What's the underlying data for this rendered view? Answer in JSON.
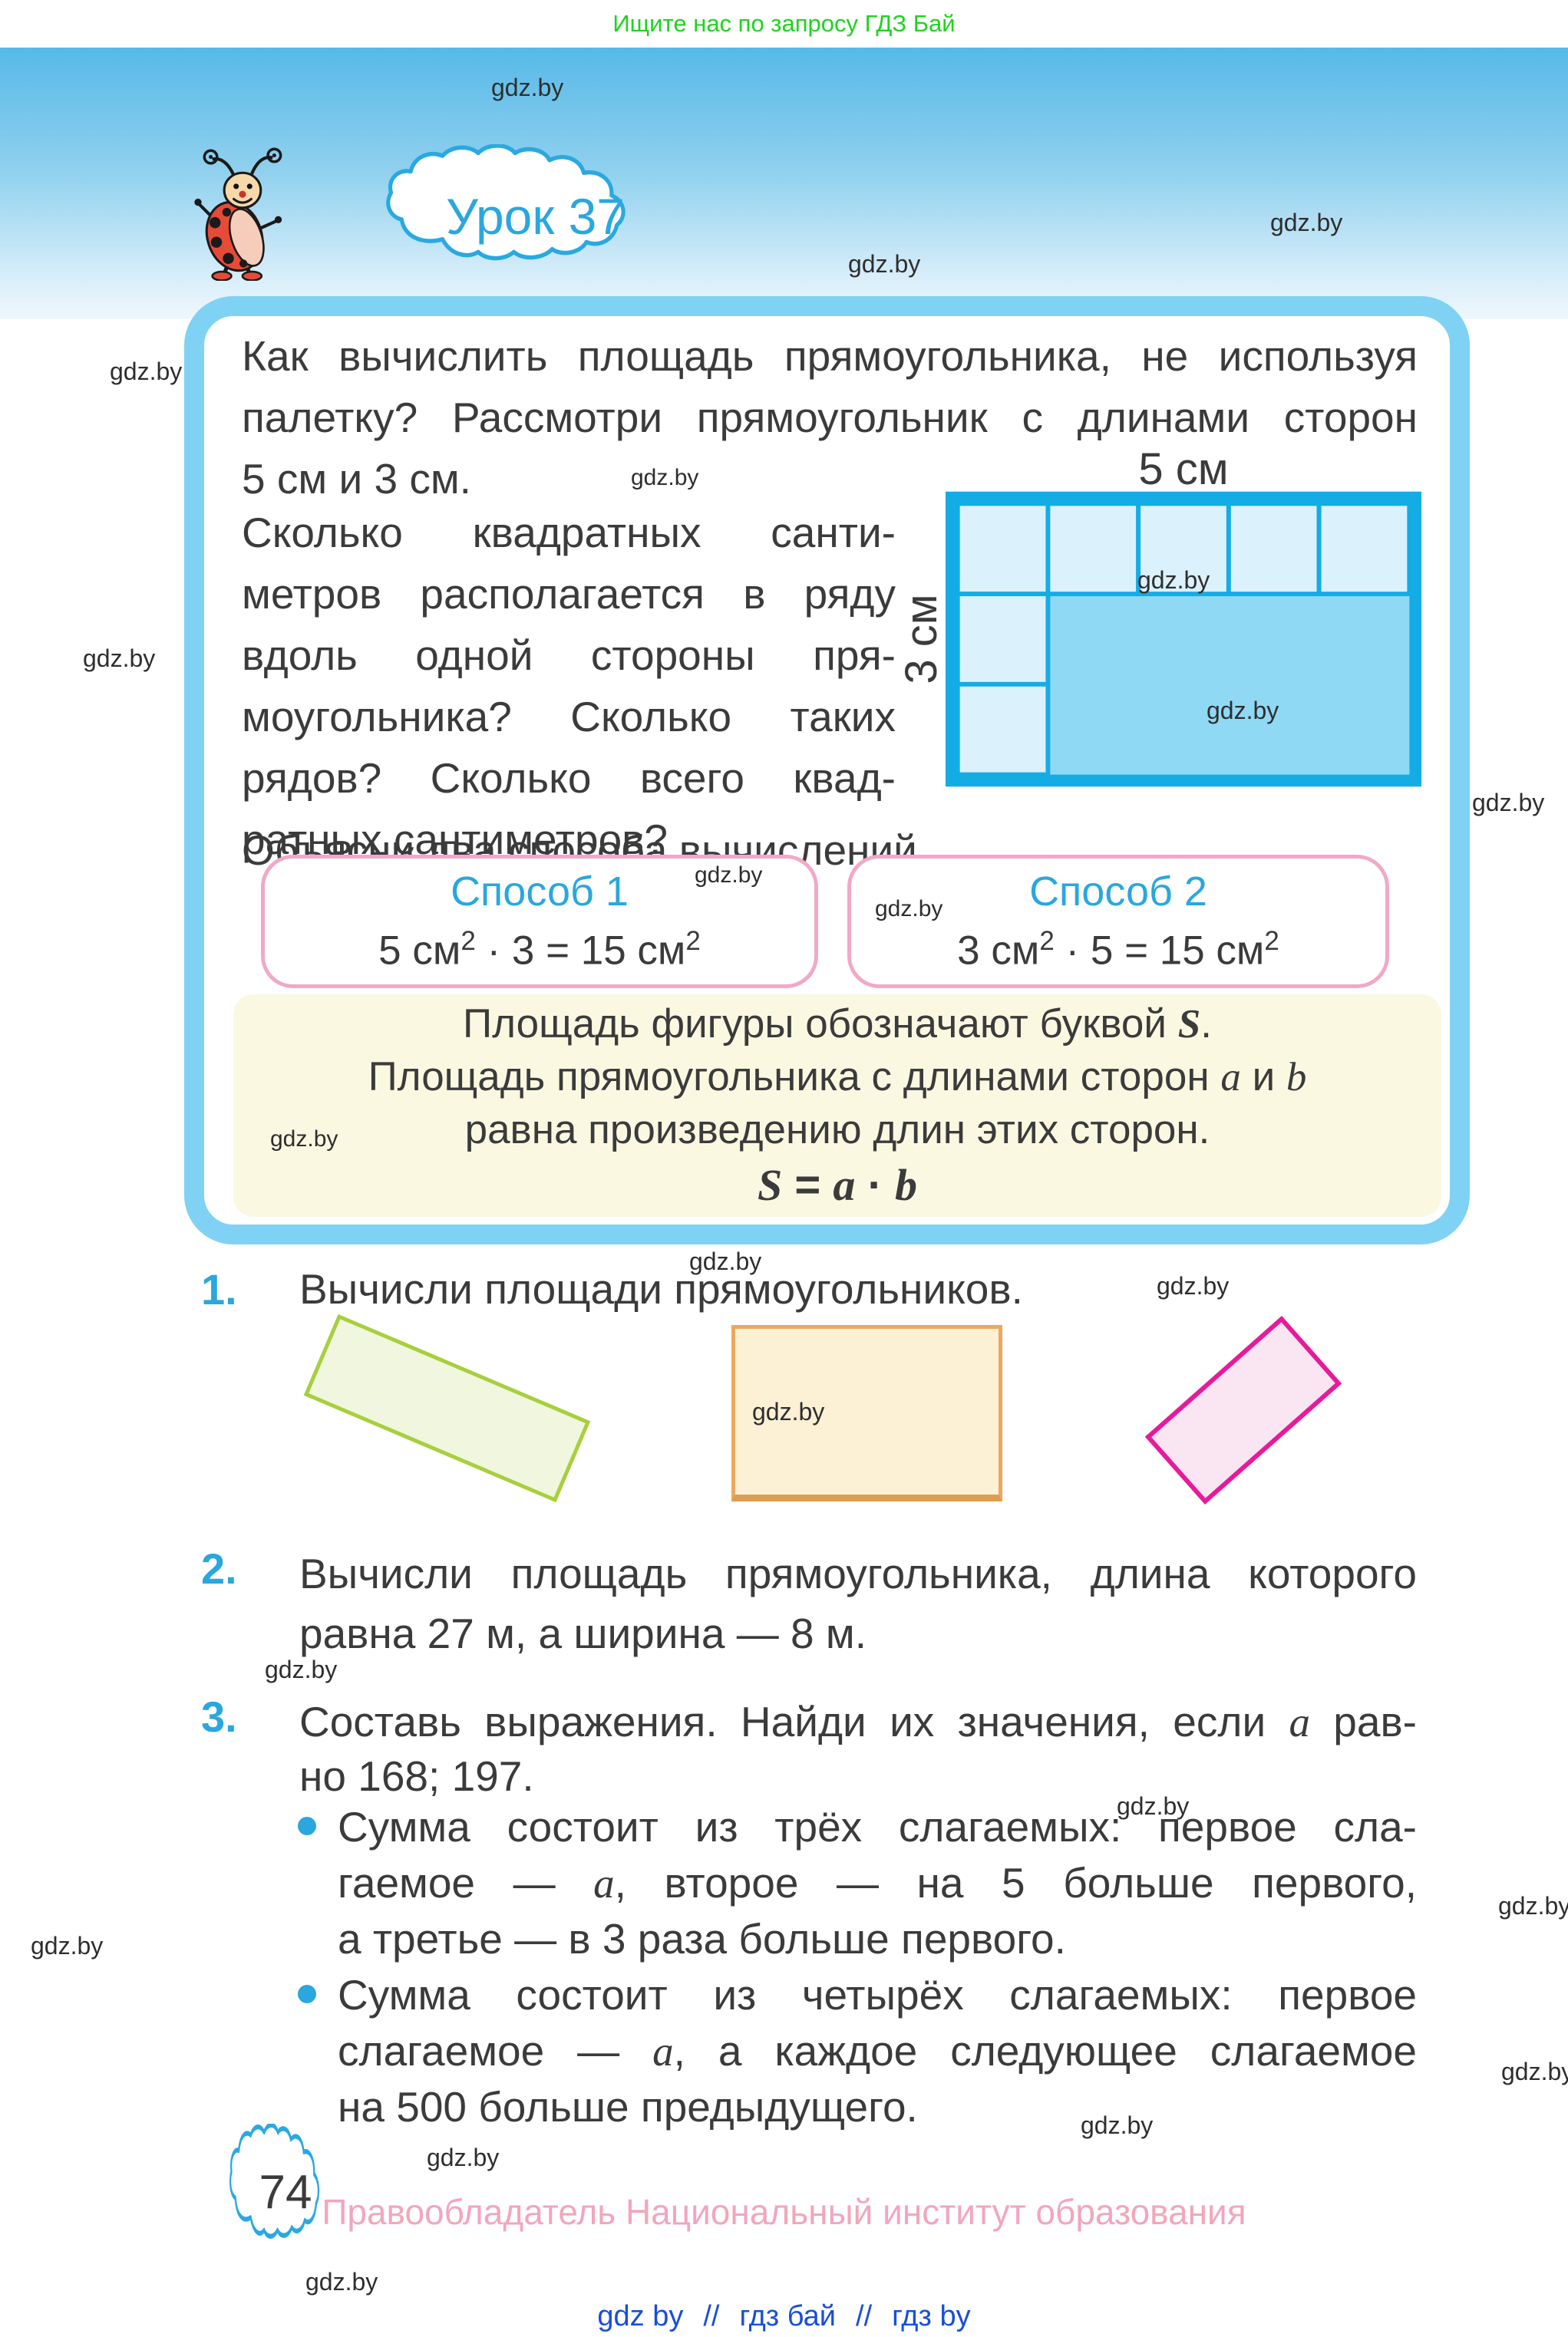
{
  "banner": {
    "text": "Ищите нас по запросу ГДЗ Бай"
  },
  "watermark": "gdz.by",
  "header": {
    "lesson": "Урок 37"
  },
  "intro": {
    "p1": [
      "Как вычислить площадь прямоугольника, не используя",
      "палетку? Рассмотри прямоугольник с длинами сторон",
      "5 см и 3 см."
    ],
    "p2": [
      "Сколько квадратных санти-",
      "метров располагается в ряду",
      "вдоль одной стороны пря-",
      "моугольника? Сколько таких",
      "рядов? Сколько всего квад-",
      "ратных сантиметров?"
    ],
    "p3": "Объясни два способа вычислений.",
    "diagram": {
      "width_label": "5 см",
      "height_label": "3 см",
      "columns": 5,
      "rows": 3
    },
    "methods": [
      {
        "title": "Способ 1",
        "f1": "5 см",
        "s1": "2",
        "f2": " · 3 = 15 см",
        "s2": "2"
      },
      {
        "title": "Способ 2",
        "f1": "3 см",
        "s1": "2",
        "f2": " · 5 = 15 см",
        "s2": "2"
      }
    ],
    "rule": {
      "l1": {
        "pre": "Площадь фигуры обозначают буквой ",
        "var": "S",
        "post": "."
      },
      "l2": {
        "pre": "Площадь прямоугольника с длинами сторон ",
        "a": "a",
        "mid": " и ",
        "b": "b"
      },
      "l3": "равна произведению длин этих сторон.",
      "formula": {
        "s": "S",
        "eq": " = ",
        "a": "a",
        "dot": " · ",
        "b": "b"
      }
    }
  },
  "tasks": {
    "t1": {
      "num": "1.",
      "text": "Вычисли площади прямоугольников."
    },
    "t2": {
      "num": "2.",
      "l1": "Вычисли площадь прямоугольника, длина которого",
      "l2": "равна 27 м, а ширина — 8 м."
    },
    "t3": {
      "num": "3.",
      "l1": {
        "pre": "Составь выражения. Найди их значения, если ",
        "var": "a",
        "post": " рав-"
      },
      "l2": "но 168; 197.",
      "b1": {
        "l1": "Сумма состоит из трёх слагаемых: первое сла-",
        "l2": {
          "pre": "гаемое — ",
          "var": "a",
          "post": ", второе — на 5 больше первого,"
        },
        "l3": "а третье — в 3 раза больше первого."
      },
      "b2": {
        "l1": "Сумма состоит из четырёх слагаемых: первое",
        "l2": {
          "pre": "слагаемое — ",
          "var": "a",
          "post": ", а каждое следующее слагаемое"
        },
        "l3": "на 500 больше предыдущего."
      }
    }
  },
  "footer": {
    "page_number": "74",
    "copyright": "Правообладатель Национальный институт образования",
    "links": [
      "gdz by",
      "//",
      "гдз бай",
      "//",
      "гдз by"
    ]
  },
  "colors": {
    "banner_green": "#1ed41e",
    "accent_blue": "#2aa7de",
    "box_border_blue": "#7fd2f3",
    "diagram_border": "#14ace5",
    "diagram_light_cell": "#dbf1fb",
    "diagram_dark_fill": "#8fd9f5",
    "method_border_pink": "#f0a9c7",
    "rule_bg_cream": "#fbf8e2",
    "green_shape_border": "#a8cf3d",
    "orange_shape_border": "#e9a861",
    "pink_shape_border": "#e61b9b",
    "copyright_pink": "#f2a6bd",
    "link_blue": "#1a4ed8"
  }
}
